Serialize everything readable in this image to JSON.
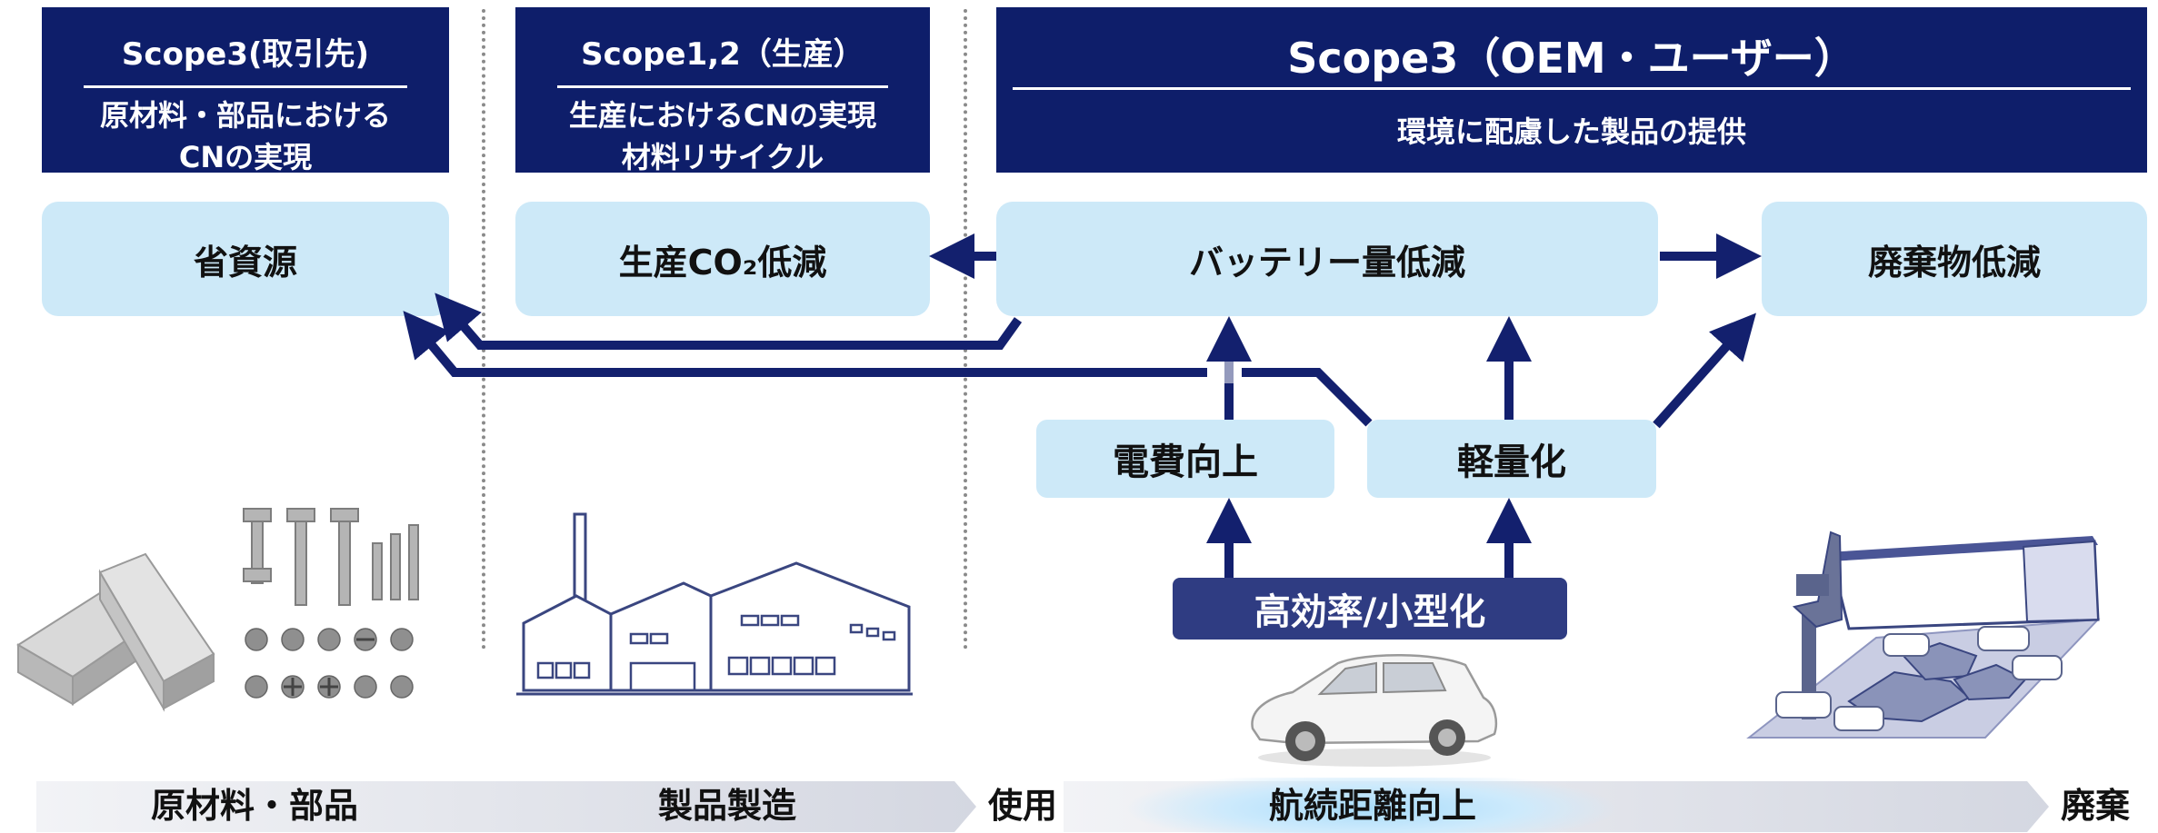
{
  "headers": {
    "supplier": {
      "title": "Scope3(取引先)",
      "body": [
        "原材料・部品における",
        "CNの実現"
      ]
    },
    "production": {
      "title": "Scope1,2（生産）",
      "body": [
        "生産におけるCNの実現",
        "材料リサイクル"
      ]
    },
    "oem": {
      "title": "Scope3（OEM・ユーザー）",
      "body": [
        "環境に配慮した製品の提供"
      ]
    }
  },
  "boxes": {
    "resource_saving": "省資源",
    "production_co2": "生産CO₂低減",
    "battery_reduction": "バッテリー量低減",
    "waste_reduction": "廃棄物低減",
    "efficiency": "電費向上",
    "lightweight": "軽量化",
    "high_efficiency": "高効率/小型化"
  },
  "stages": {
    "materials": "原材料・部品",
    "manufacturing": "製品製造",
    "use": "使用",
    "range": "航続距離向上",
    "disposal": "廃棄"
  },
  "colors": {
    "navy": "#0e1e6a",
    "light_blue": "#cde9f8",
    "dark_blue_box": "#2f3c82",
    "arrow": "#13206e",
    "bar_gray": "#e2e4ea"
  },
  "icons": [
    "metal-ingots-icon",
    "bolts-screws-icon",
    "factory-icon",
    "car-icon",
    "scrapyard-icon"
  ]
}
